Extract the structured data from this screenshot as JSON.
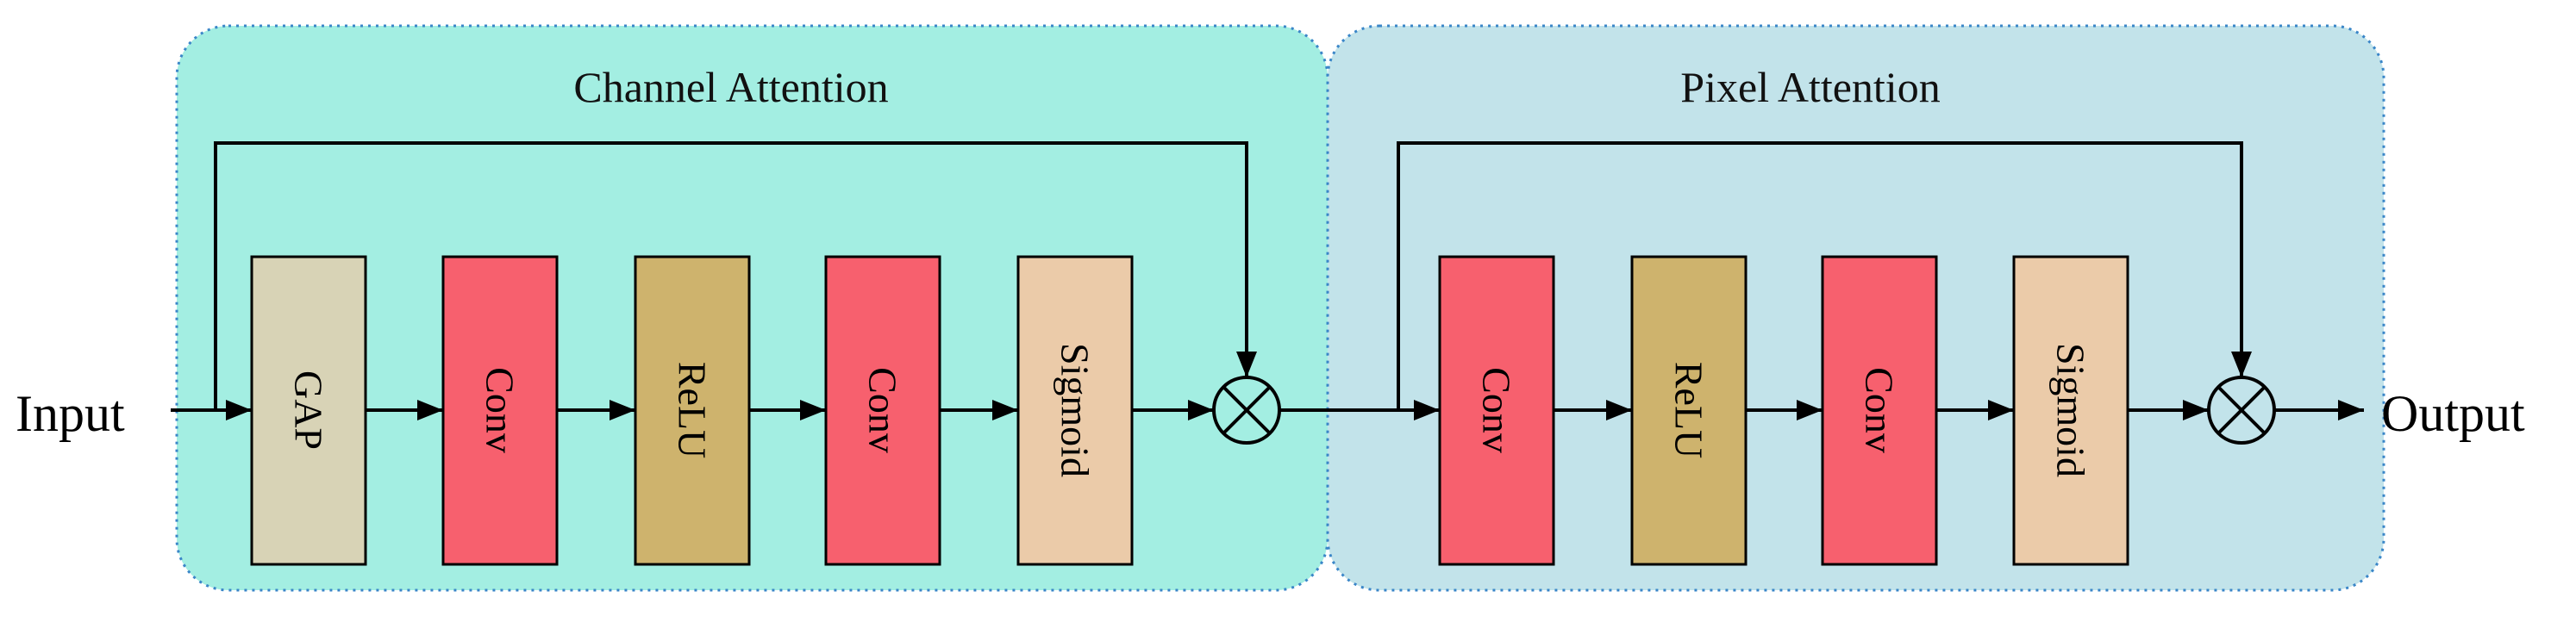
{
  "diagram": {
    "input_label": "Input",
    "output_label": "Output",
    "colors": {
      "channel_group_bg": "#a3eee2",
      "pixel_group_bg": "#c2e3ea",
      "group_border": "#3a86c8",
      "gap_block": "#d8d3b6",
      "conv_block": "#f7606e",
      "relu_block": "#ceb36d",
      "sigmoid_block": "#ebcba9",
      "stroke": "#000000"
    },
    "groups": [
      {
        "title": "Channel Attention",
        "blocks": [
          {
            "label": "GAP",
            "kind": "gap",
            "color": "#d8d3b6"
          },
          {
            "label": "Conv",
            "kind": "conv",
            "color": "#f7606e"
          },
          {
            "label": "ReLU",
            "kind": "relu",
            "color": "#ceb36d"
          },
          {
            "label": "Conv",
            "kind": "conv",
            "color": "#f7606e"
          },
          {
            "label": "Sigmoid",
            "kind": "sigmoid",
            "color": "#ebcba9"
          }
        ],
        "combine_icon": "multiply-circle-icon"
      },
      {
        "title": "Pixel Attention",
        "blocks": [
          {
            "label": "Conv",
            "kind": "conv",
            "color": "#f7606e"
          },
          {
            "label": "ReLU",
            "kind": "relu",
            "color": "#ceb36d"
          },
          {
            "label": "Conv",
            "kind": "conv",
            "color": "#f7606e"
          },
          {
            "label": "Sigmoid",
            "kind": "sigmoid",
            "color": "#ebcba9"
          }
        ],
        "combine_icon": "multiply-circle-icon"
      }
    ]
  }
}
